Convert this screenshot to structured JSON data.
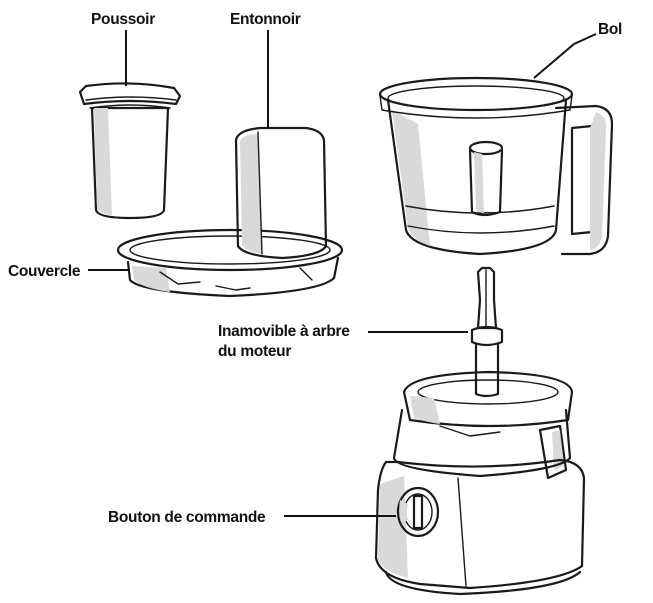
{
  "labels": {
    "pusher": "Poussoir",
    "feed_tube": "Entonnoir",
    "bowl": "Bol",
    "cover": "Couvercle",
    "shaft_line1": "Inamovible à arbre",
    "shaft_line2": "du moteur",
    "control_knob": "Bouton de commande"
  }
}
